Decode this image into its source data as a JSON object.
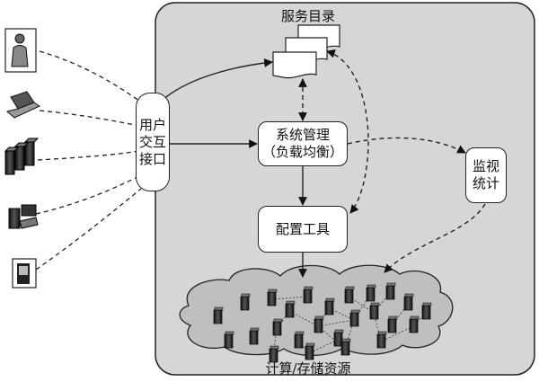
{
  "catalog_label": "服务目录",
  "ui_box": {
    "line1": "用户",
    "line2": "交互",
    "line3": "接口"
  },
  "mgmt_box": {
    "line1": "系统管理",
    "line2": "（负载均衡）"
  },
  "config_box": {
    "label": "配置工具"
  },
  "monitor_box": {
    "line1": "监视",
    "line2": "统计"
  },
  "resources_label": "计算/存储资源",
  "clients": [
    {
      "name": "person-icon"
    },
    {
      "name": "laptop-icon"
    },
    {
      "name": "server-rack-icon"
    },
    {
      "name": "desktop-icon"
    },
    {
      "name": "pda-icon"
    }
  ],
  "colors": {
    "region_fill": "#d6d6d6",
    "cloud_fill": "#bfbfbf",
    "line": "#222222"
  }
}
